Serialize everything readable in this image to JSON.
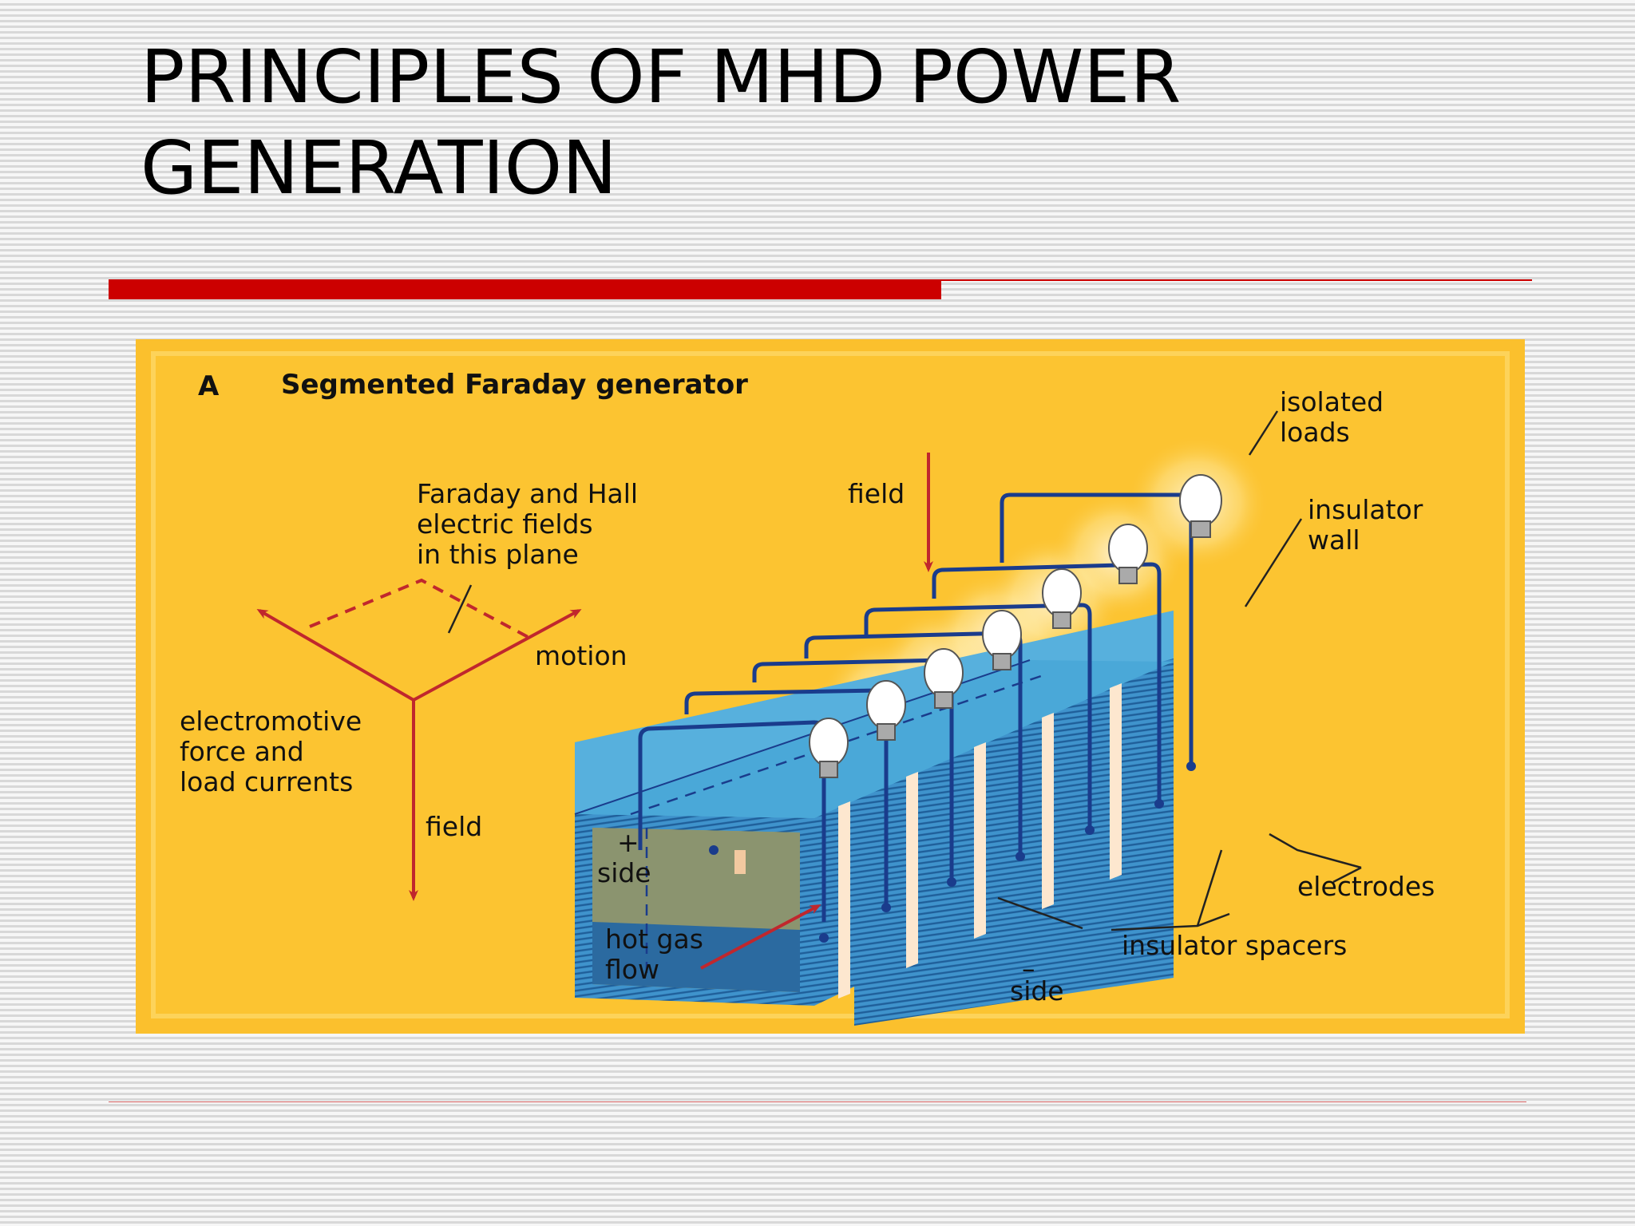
{
  "slide": {
    "title": "PRINCIPLES OF MHD POWER GENERATION"
  },
  "figure": {
    "panel_letter": "A",
    "heading": "Segmented Faraday generator",
    "labels": {
      "field_plane_1": "Faraday and Hall",
      "field_plane_2": "electric fields",
      "field_plane_3": "in this plane",
      "motion": "motion",
      "emf_1": "electromotive",
      "emf_2": "force and",
      "emf_3": "load currents",
      "field_axis": "field",
      "field_top": "field",
      "plus_sign": "+",
      "plus_side": "side",
      "hot_gas_1": "hot gas",
      "hot_gas_2": "flow",
      "minus_sign": "–",
      "minus_side": "side",
      "isolated_loads_1": "isolated",
      "isolated_loads_2": "loads",
      "insulator_wall_1": "insulator",
      "insulator_wall_2": "wall",
      "electrodes": "electrodes",
      "insulator_spacers": "insulator spacers"
    },
    "colors": {
      "background": "#fbc02d",
      "arrow": "#c0272d",
      "duct_top": "#4aa8d8",
      "duct_side": "#3f8fc8",
      "wire": "#1a3c8c"
    }
  }
}
